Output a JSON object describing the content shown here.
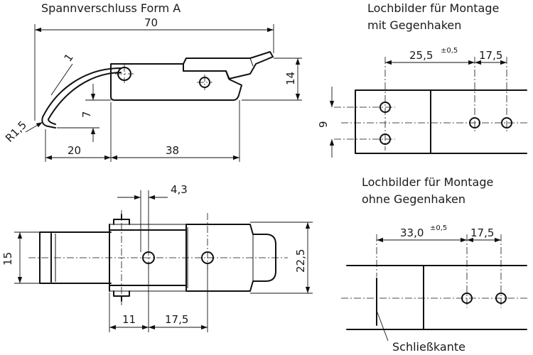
{
  "titles": {
    "main": "Spannverschluss Form A",
    "with_hook_line1": "Lochbilder für Montage",
    "with_hook_line2": "mit Gegenhaken",
    "without_hook_line1": "Lochbilder für Montage",
    "without_hook_line2": "ohne Gegenhaken"
  },
  "side_view": {
    "overall_length": "70",
    "height": "14",
    "wire_thickness": "1",
    "hook_height": "7",
    "radius": "R1,5",
    "reach": "20",
    "base_length": "38"
  },
  "top_view": {
    "hole_offset": "4,3",
    "width_left": "15",
    "width_right": "22,5",
    "spacing_a": "11",
    "spacing_b": "17,5"
  },
  "pattern_with_hook": {
    "distance": "25,5",
    "tolerance": "±0,5",
    "spacing": "17,5",
    "vertical": "9"
  },
  "pattern_without_hook": {
    "distance": "33,0",
    "tolerance": "±0,5",
    "spacing": "17,5",
    "edge_label": "Schließkante"
  }
}
